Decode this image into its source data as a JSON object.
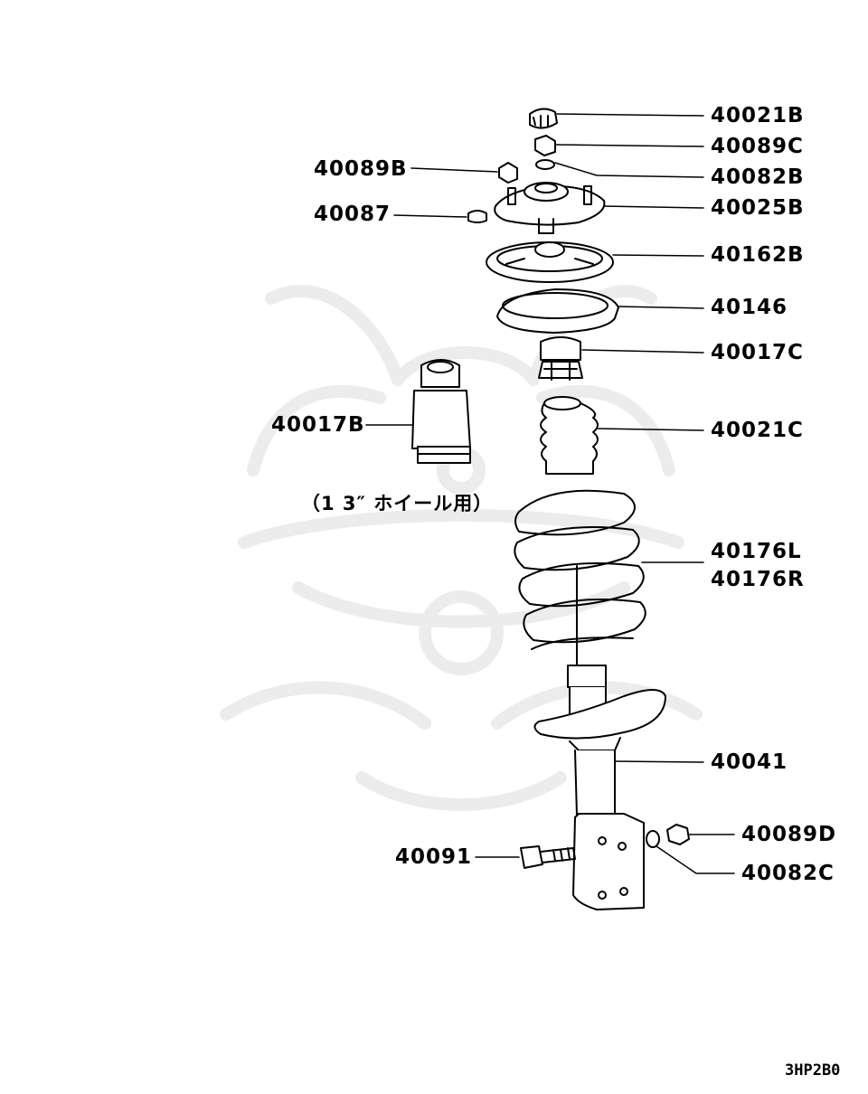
{
  "diagram": {
    "parts": [
      {
        "id": "40021B"
      },
      {
        "id": "40089C"
      },
      {
        "id": "40082B"
      },
      {
        "id": "40089B"
      },
      {
        "id": "40025B"
      },
      {
        "id": "40087"
      },
      {
        "id": "40162B"
      },
      {
        "id": "40146"
      },
      {
        "id": "40017C"
      },
      {
        "id": "40017B"
      },
      {
        "id": "40021C"
      },
      {
        "id": "40176L"
      },
      {
        "id": "40176R"
      },
      {
        "id": "40041"
      },
      {
        "id": "40089D"
      },
      {
        "id": "40091"
      },
      {
        "id": "40082C"
      }
    ],
    "note": "（1 3″ ホイール用）",
    "diagram_code": "3HP2B0",
    "colors": {
      "line": "#000000",
      "watermark": "#ececec",
      "background": "#ffffff"
    }
  }
}
